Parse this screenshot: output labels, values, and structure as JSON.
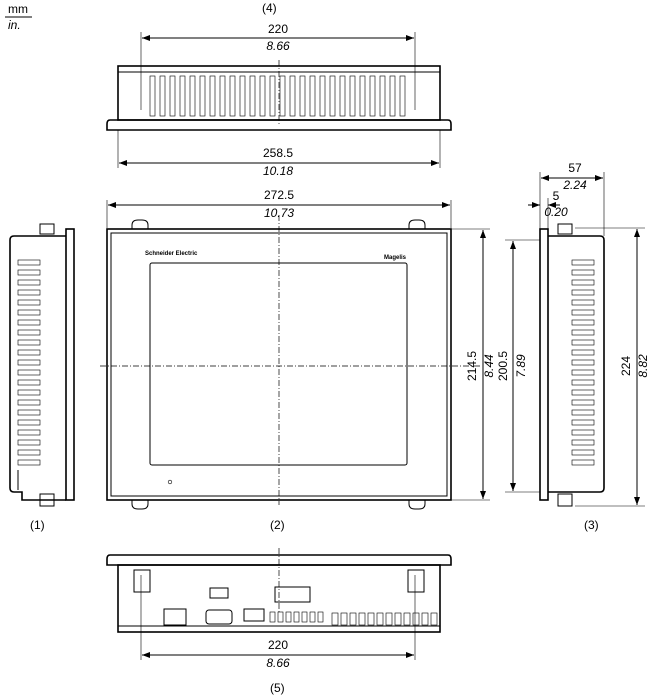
{
  "units": {
    "primary": "mm",
    "secondary": "in."
  },
  "views": {
    "side_left": {
      "label": "(1)"
    },
    "front": {
      "label": "(2)",
      "logo_brand": "Schneider Electric",
      "logo_product": "Magelis"
    },
    "side_right": {
      "label": "(3)"
    },
    "top": {
      "label": "(4)"
    },
    "bottom": {
      "label": "(5)"
    }
  },
  "dimensions": {
    "top_mount": {
      "mm": "220",
      "in": "8.66"
    },
    "top_body": {
      "mm": "258.5",
      "in": "10.18"
    },
    "front_width": {
      "mm": "272.5",
      "in": "10.73"
    },
    "front_height": {
      "mm": "214.5",
      "in": "8.44"
    },
    "side_depth": {
      "mm": "57",
      "in": "2.24"
    },
    "bezel_depth": {
      "mm": "5",
      "in": "0.20"
    },
    "side_inner_height": {
      "mm": "200.5",
      "in": "7.89"
    },
    "side_height": {
      "mm": "224",
      "in": "8.82"
    },
    "bottom_mount": {
      "mm": "220",
      "in": "8.66"
    }
  }
}
